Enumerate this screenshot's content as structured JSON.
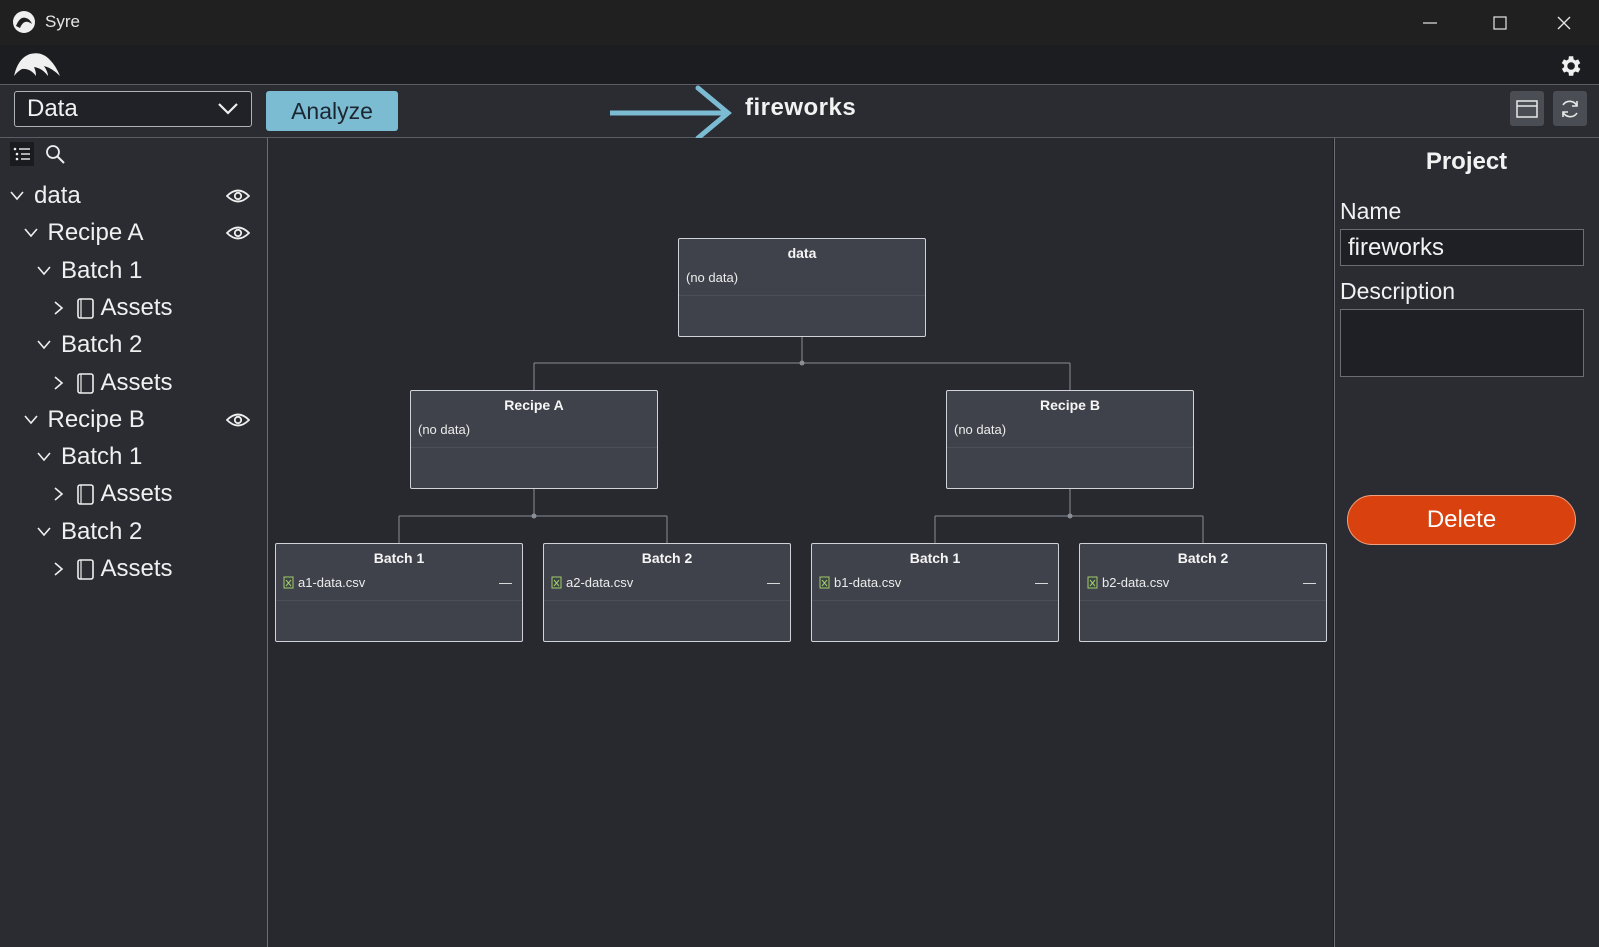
{
  "window": {
    "title": "Syre",
    "controls": [
      "minimize-icon",
      "maximize-icon",
      "close-icon"
    ]
  },
  "appbar": {
    "logo_icon": "bird-logo-icon",
    "settings_icon": "gear-icon"
  },
  "toolbar": {
    "view_select_value": "Data",
    "analyze_label": "Analyze",
    "project_name": "fireworks",
    "accent_color": "#7bbcd3"
  },
  "sidebar": {
    "tools": [
      "list-icon",
      "search-icon"
    ],
    "tree": [
      {
        "label": "data",
        "level": 0,
        "expanded": true,
        "visible_toggle": true
      },
      {
        "label": "Recipe A",
        "level": 1,
        "expanded": true,
        "visible_toggle": true
      },
      {
        "label": "Batch 1",
        "level": 2,
        "expanded": true
      },
      {
        "label": "Assets",
        "level": 3,
        "expanded": false,
        "asset": true
      },
      {
        "label": "Batch 2",
        "level": 2,
        "expanded": true
      },
      {
        "label": "Assets",
        "level": 3,
        "expanded": false,
        "asset": true
      },
      {
        "label": "Recipe B",
        "level": 1,
        "expanded": true,
        "visible_toggle": true
      },
      {
        "label": "Batch 1",
        "level": 2,
        "expanded": true
      },
      {
        "label": "Assets",
        "level": 3,
        "expanded": false,
        "asset": true
      },
      {
        "label": "Batch 2",
        "level": 2,
        "expanded": true
      },
      {
        "label": "Assets",
        "level": 3,
        "expanded": false,
        "asset": true
      }
    ]
  },
  "graph": {
    "nodes": [
      {
        "title": "data",
        "body": "(no data)"
      },
      {
        "title": "Recipe A",
        "body": "(no data)"
      },
      {
        "title": "Recipe B",
        "body": "(no data)"
      },
      {
        "title": "Batch 1",
        "file": "a1-data.csv",
        "dash": "—"
      },
      {
        "title": "Batch 2",
        "file": "a2-data.csv",
        "dash": "—"
      },
      {
        "title": "Batch 1",
        "file": "b1-data.csv",
        "dash": "—"
      },
      {
        "title": "Batch 2",
        "file": "b2-data.csv",
        "dash": "—"
      }
    ]
  },
  "properties": {
    "heading": "Project",
    "name_label": "Name",
    "name_value": "fireworks",
    "description_label": "Description",
    "description_value": "",
    "delete_label": "Delete",
    "delete_color": "#d9420f"
  }
}
